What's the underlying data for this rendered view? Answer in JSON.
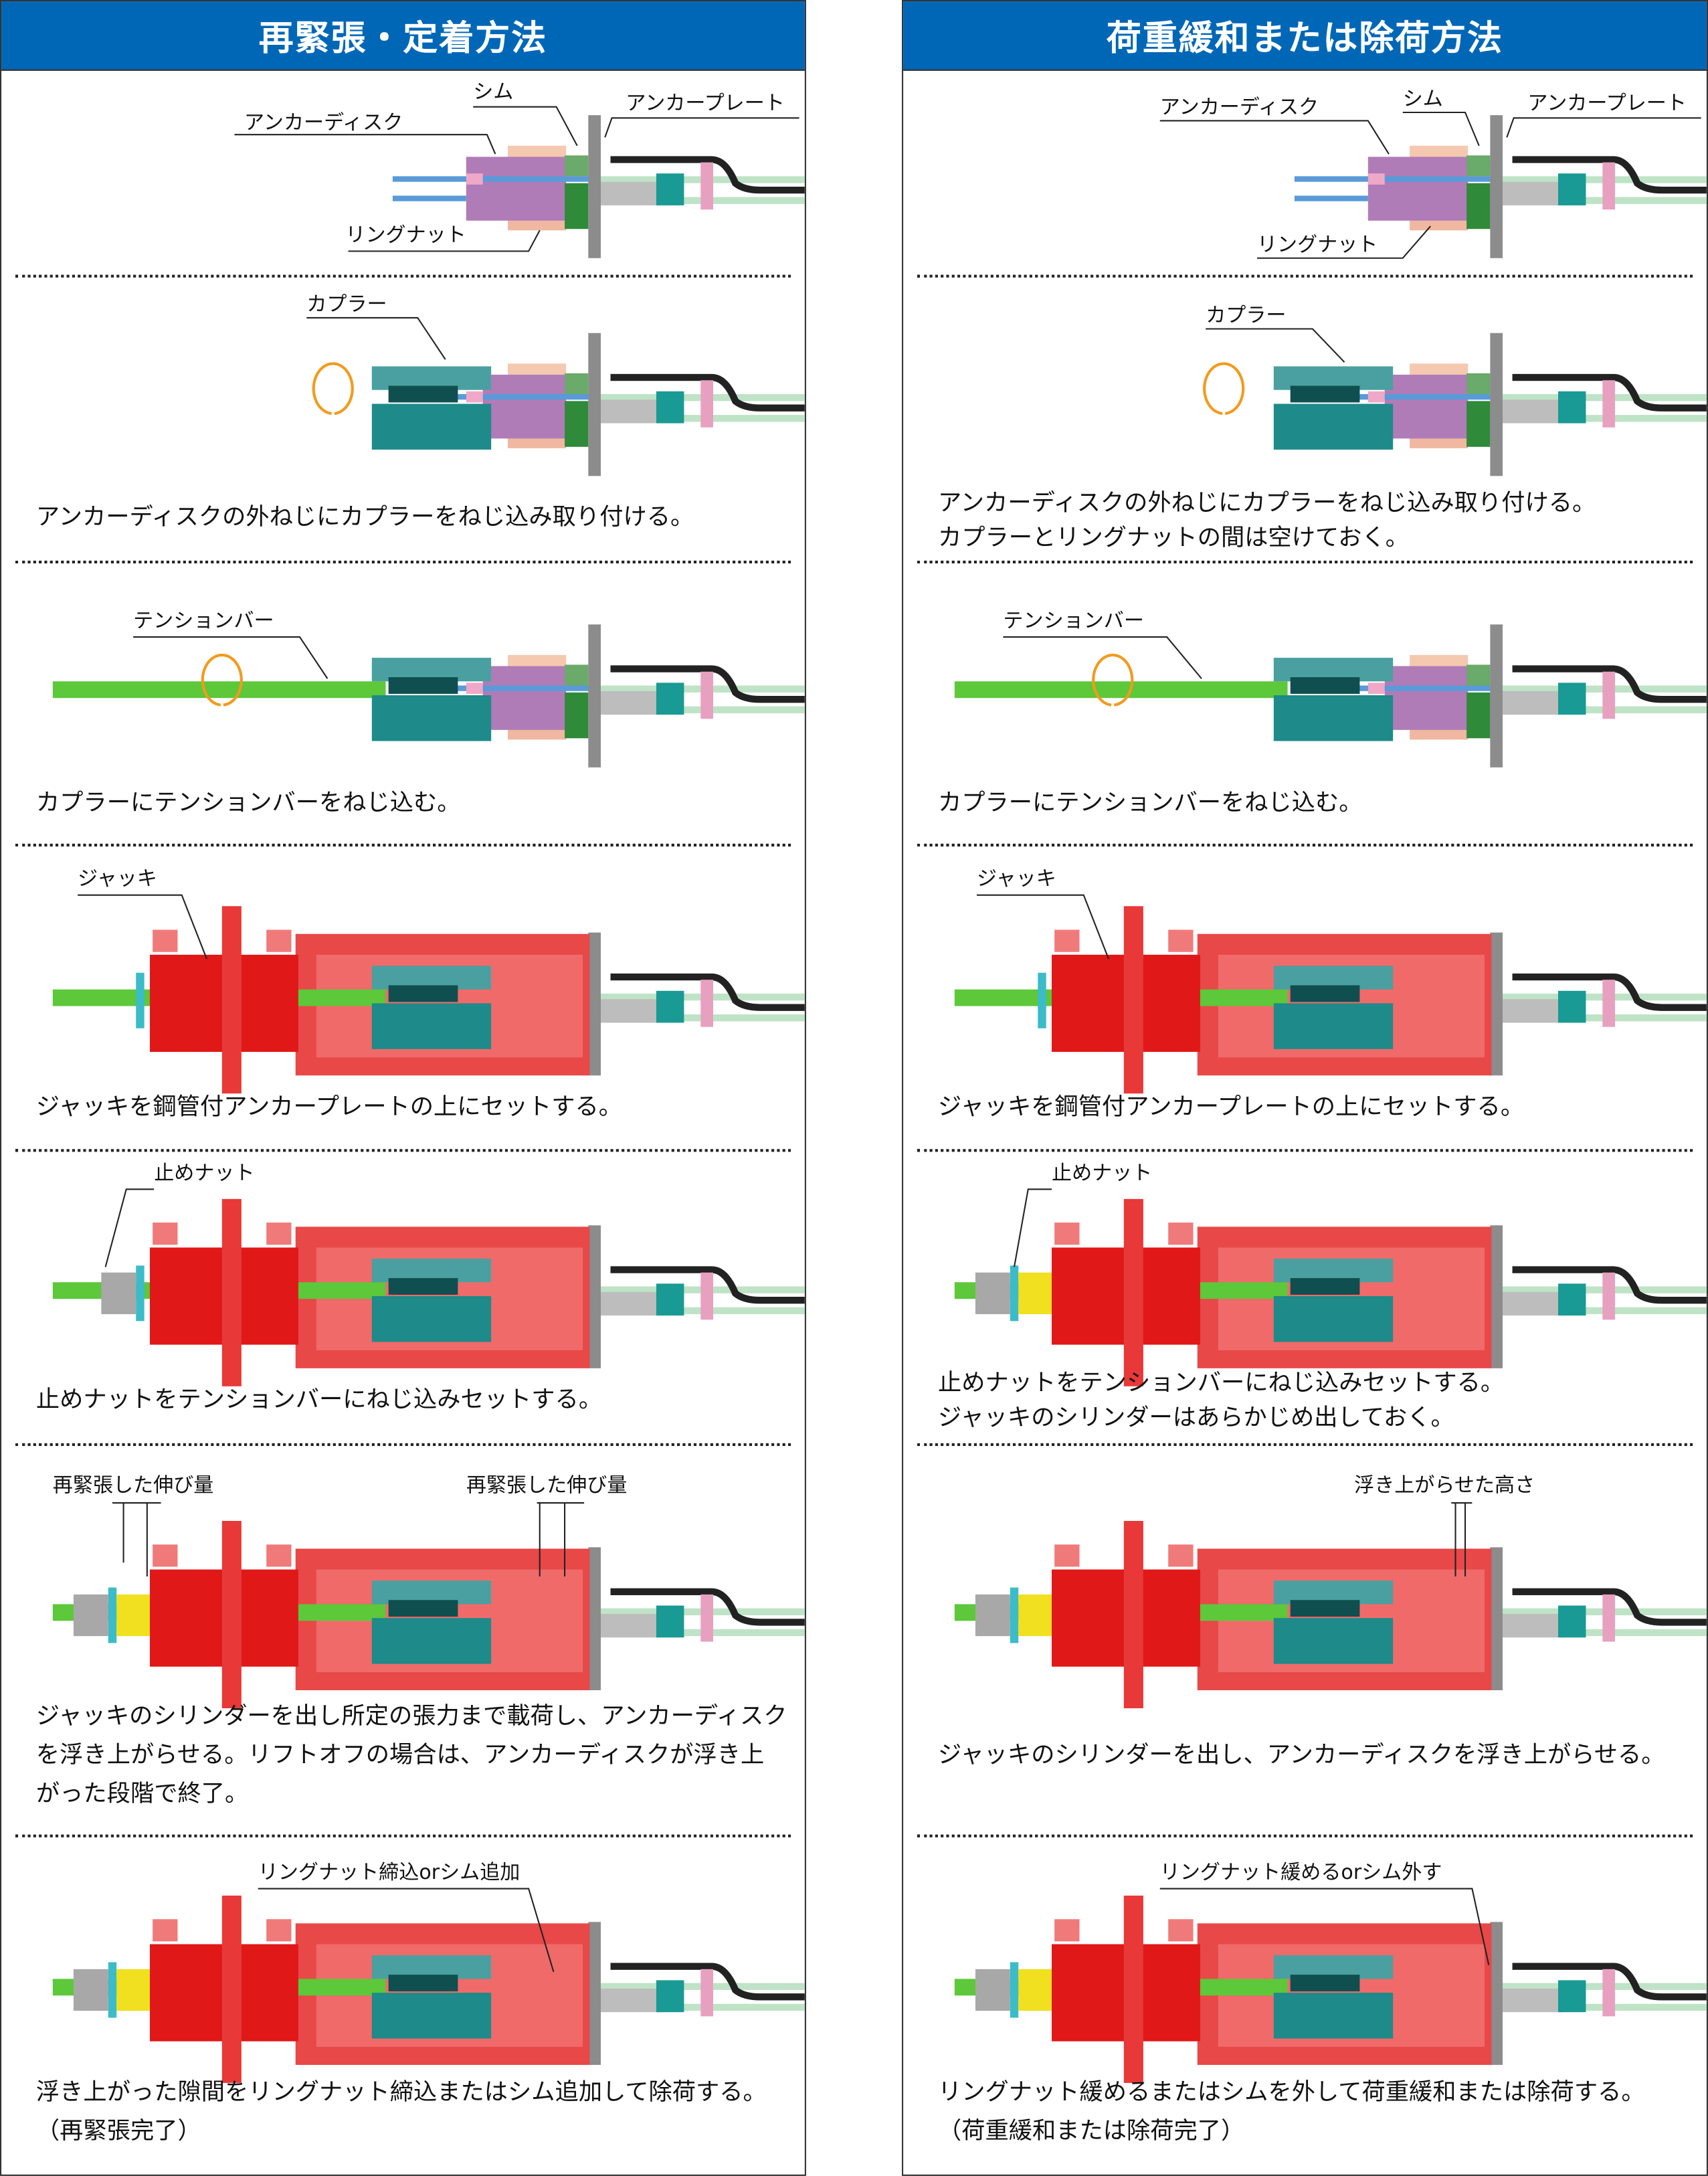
{
  "left": {
    "title": "再緊張・定着方法",
    "labels": {
      "shim": "シム",
      "anchor_plate": "アンカープレート",
      "anchor_disk": "アンカーディスク",
      "ring_nut": "リングナット",
      "coupler": "カプラー",
      "tension_bar": "テンションバー",
      "jack": "ジャッキ",
      "stop_nut": "止めナット",
      "elongation_1": "再緊張した伸び量",
      "elongation_2": "再緊張した伸び量",
      "final": "リングナット締込orシム追加"
    },
    "captions": {
      "step2": "アンカーディスクの外ねじにカプラーをねじ込み取り付ける。",
      "step3": "カプラーにテンションバーをねじ込む。",
      "step4": "ジャッキを鋼管付アンカープレートの上にセットする。",
      "step5": "止めナットをテンションバーにねじ込みセットする。",
      "step6_1": "ジャッキのシリンダーを出し所定の張力まで載荷し、アンカーディスク",
      "step6_2": "を浮き上がらせる。リフトオフの場合は、アンカーディスクが浮き上",
      "step6_3": "がった段階で終了。",
      "step7_1": "浮き上がった隙間をリングナット締込またはシム追加して除荷する。",
      "step7_2": "（再緊張完了）"
    }
  },
  "right": {
    "title": "荷重緩和または除荷方法",
    "labels": {
      "shim": "シム",
      "anchor_plate": "アンカープレート",
      "anchor_disk": "アンカーディスク",
      "ring_nut": "リングナット",
      "coupler": "カプラー",
      "tension_bar": "テンションバー",
      "jack": "ジャッキ",
      "stop_nut": "止めナット",
      "lift_height": "浮き上がらせた高さ",
      "final": "リングナット緩めるorシム外す"
    },
    "captions": {
      "step2_1": "アンカーディスクの外ねじにカプラーをねじ込み取り付ける。",
      "step2_2": "カプラーとリングナットの間は空けておく。",
      "step3": "カプラーにテンションバーをねじ込む。",
      "step4": "ジャッキを鋼管付アンカープレートの上にセットする。",
      "step5_1": "止めナットをテンションバーにねじ込みセットする。",
      "step5_2": "ジャッキのシリンダーはあらかじめ出しておく。",
      "step6": "ジャッキのシリンダーを出し、アンカーディスクを浮き上がらせる。",
      "step7_1": "リングナット緩めるまたはシムを外して荷重緩和または除荷する。",
      "step7_2": "（荷重緩和または除荷完了）"
    }
  },
  "colors": {
    "header": "#0067b7",
    "jack": "#e01818",
    "coupler": "#1e8a8a",
    "anchor_disk": "#b07cb8",
    "ring_nut": "#f0b8a0",
    "shim": "#2f8a3a",
    "tension_bar": "#5cc83a",
    "plate": "#8c8c8c"
  }
}
